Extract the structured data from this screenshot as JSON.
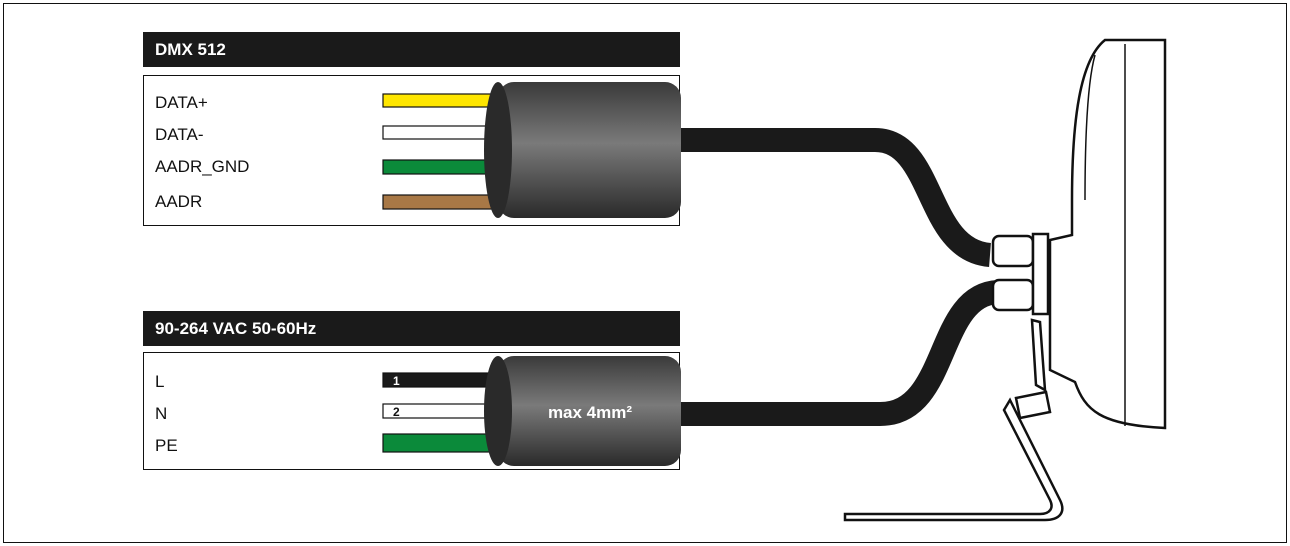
{
  "dmx": {
    "title": "DMX 512",
    "wires": [
      {
        "label": "DATA+",
        "color": "#ffe600"
      },
      {
        "label": "DATA-",
        "color": "#ffffff"
      },
      {
        "label": "AADR_GND",
        "color": "#0b8a3a"
      },
      {
        "label": "AADR",
        "color": "#a87846"
      }
    ]
  },
  "power": {
    "title": "90-264 VAC 50-60Hz",
    "wires": [
      {
        "label": "L",
        "color": "#1a1a1a",
        "number": "1"
      },
      {
        "label": "N",
        "color": "#ffffff",
        "number": "2"
      },
      {
        "label": "PE",
        "color": "#0b8a3a"
      }
    ],
    "cable_note": "max 4mm²"
  }
}
